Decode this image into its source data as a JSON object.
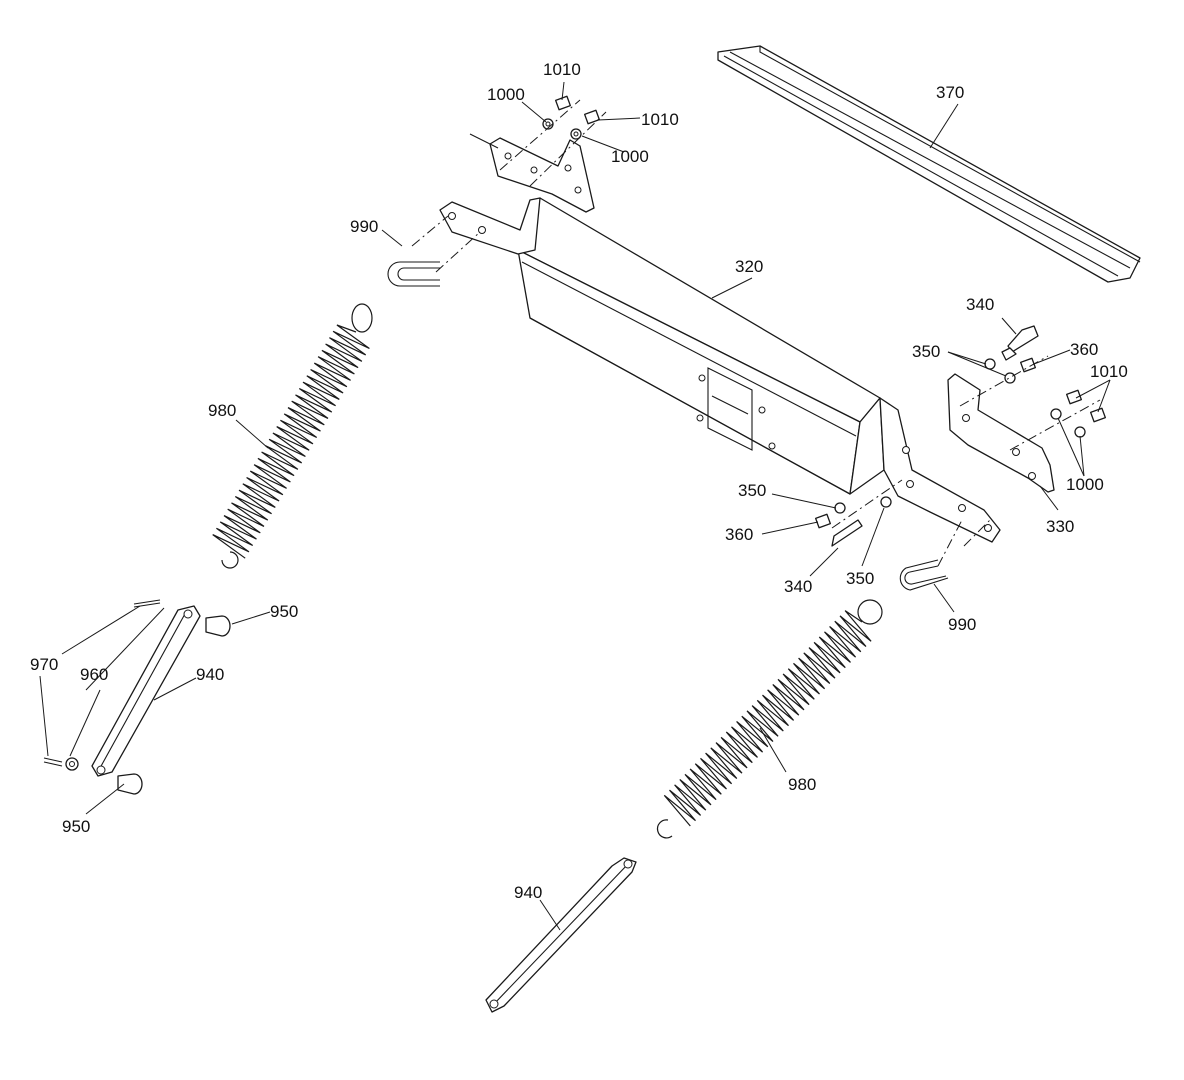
{
  "labels": {
    "p370": "370",
    "p1010_a": "1010",
    "p1000_a": "1000",
    "p1010_b": "1010",
    "p1000_b": "1000",
    "p990_a": "990",
    "p320": "320",
    "p340_a": "340",
    "p350_a": "350",
    "p360_a": "360",
    "p1010_c": "1010",
    "p1000_c": "1000",
    "p330": "330",
    "p350_b": "350",
    "p360_b": "360",
    "p340_b": "340",
    "p350_c": "350",
    "p990_b": "990",
    "p980_a": "980",
    "p980_b": "980",
    "p950_a": "950",
    "p970": "970",
    "p960": "960",
    "p940_a": "940",
    "p950_b": "950",
    "p940_b": "940"
  }
}
